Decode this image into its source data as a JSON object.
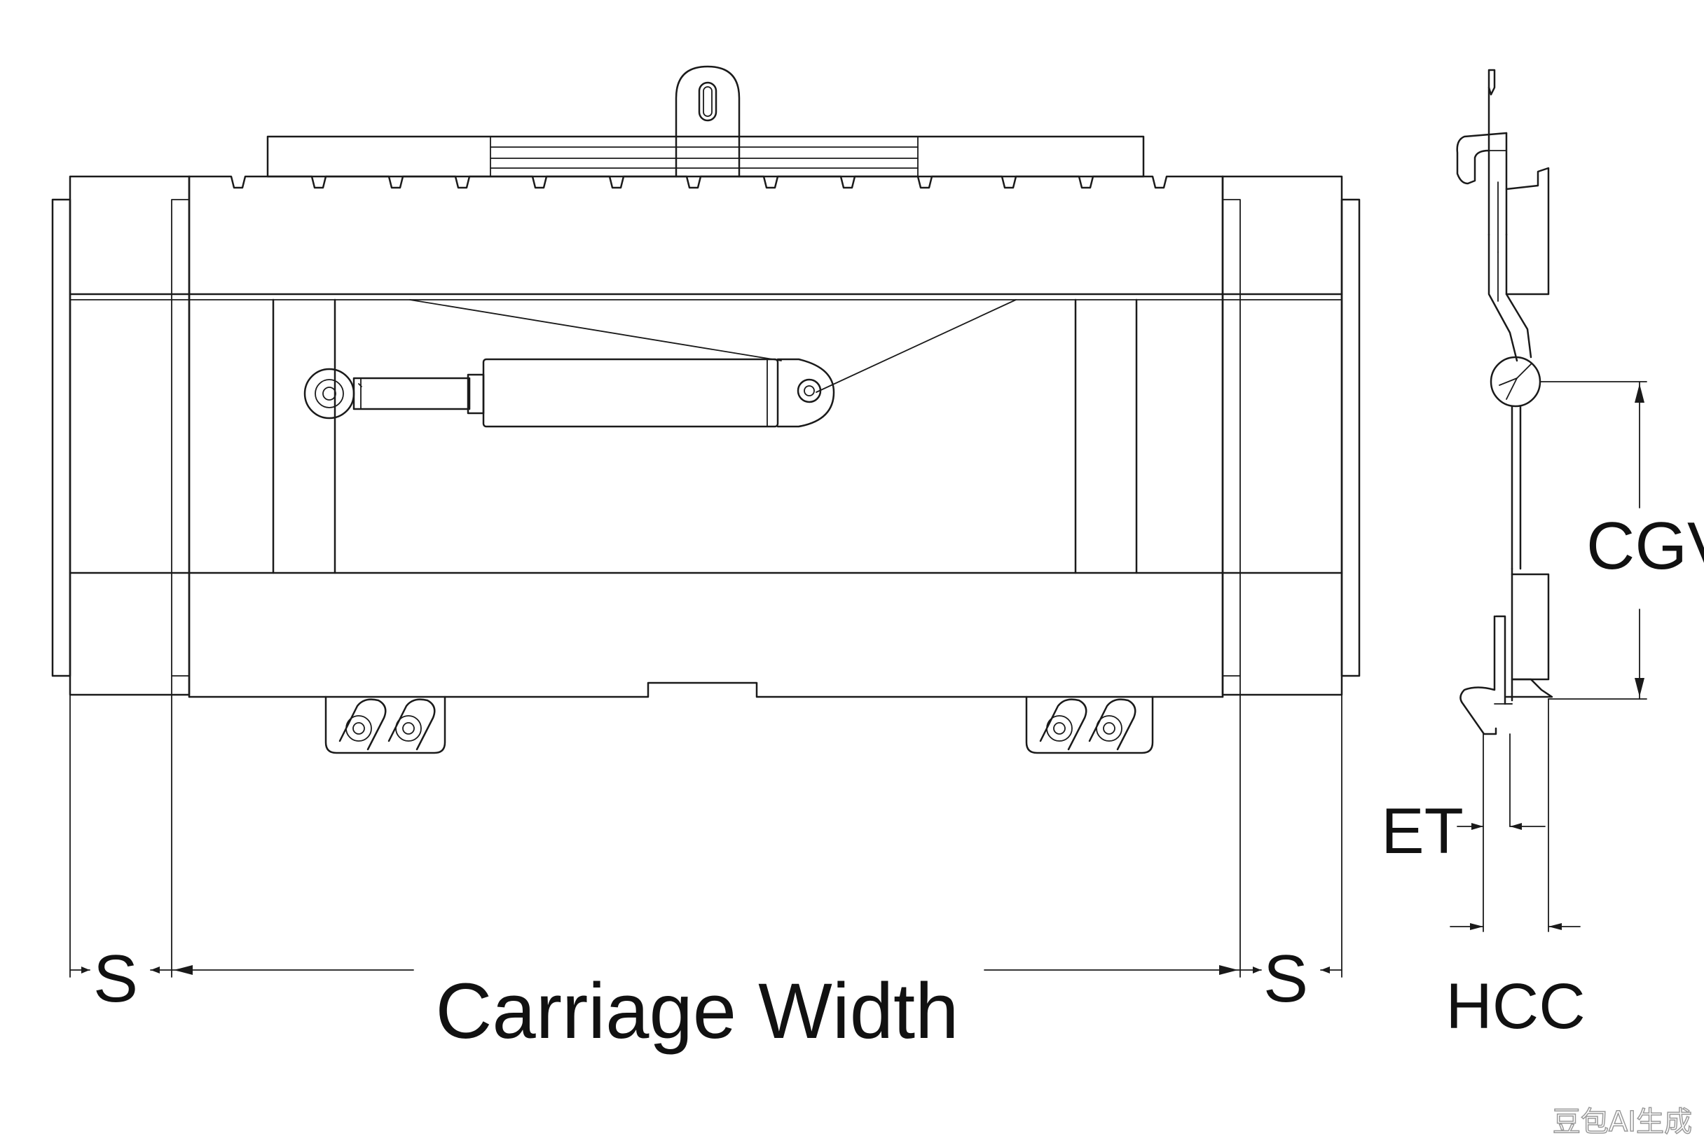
{
  "labels": {
    "carriage_width": "Carriage Width",
    "side_shift_left": "S",
    "side_shift_right": "S",
    "cgv": "CGV",
    "et": "ET",
    "hcc": "HCC"
  },
  "watermark": "豆包AI生成",
  "colors": {
    "line": "#1a1a1a",
    "background": "#ffffff",
    "accent": "#3aa34a"
  }
}
